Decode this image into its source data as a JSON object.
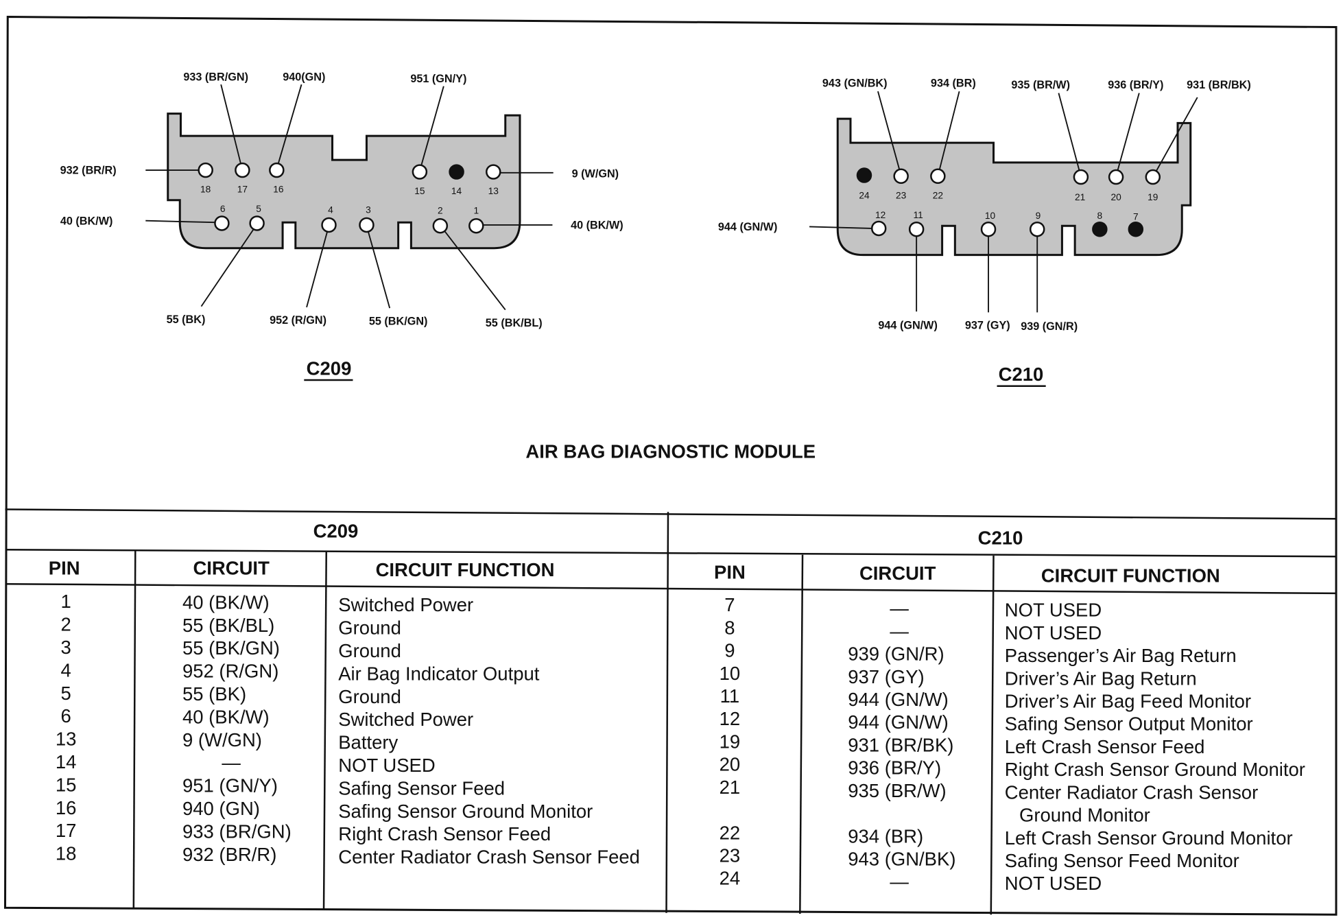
{
  "module_title": "AIR BAG DIAGNOSTIC MODULE",
  "colors": {
    "connector_fill": "#c4c4c4",
    "ink": "#111111",
    "unused_pin_fill": "#111111",
    "open_pin_fill": "#ffffff"
  },
  "connectors": [
    {
      "name": "C209",
      "pins": [
        {
          "number": "18",
          "filled": false,
          "circuit_label": "932 (BR/R)"
        },
        {
          "number": "17",
          "filled": false,
          "circuit_label": "933 (BR/GN)"
        },
        {
          "number": "16",
          "filled": false,
          "circuit_label": "940(GN)"
        },
        {
          "number": "15",
          "filled": false,
          "circuit_label": "951 (GN/Y)"
        },
        {
          "number": "14",
          "filled": true
        },
        {
          "number": "13",
          "filled": false,
          "circuit_label": "9 (W/GN)"
        },
        {
          "number": "6",
          "filled": false,
          "circuit_label": "40 (BK/W)"
        },
        {
          "number": "5",
          "filled": false,
          "circuit_label": "55 (BK)"
        },
        {
          "number": "4",
          "filled": false,
          "circuit_label": "952 (R/GN)"
        },
        {
          "number": "3",
          "filled": false,
          "circuit_label": "55 (BK/GN)"
        },
        {
          "number": "2",
          "filled": false,
          "circuit_label": "55 (BK/BL)"
        },
        {
          "number": "1",
          "filled": false,
          "circuit_label": "40 (BK/W)"
        }
      ]
    },
    {
      "name": "C210",
      "pins": [
        {
          "number": "24",
          "filled": true
        },
        {
          "number": "23",
          "filled": false,
          "circuit_label": "943 (GN/BK)"
        },
        {
          "number": "22",
          "filled": false,
          "circuit_label": "934 (BR)"
        },
        {
          "number": "21",
          "filled": false,
          "circuit_label": "935 (BR/W)"
        },
        {
          "number": "20",
          "filled": false,
          "circuit_label": "936 (BR/Y)"
        },
        {
          "number": "19",
          "filled": false,
          "circuit_label": "931 (BR/BK)"
        },
        {
          "number": "12",
          "filled": false,
          "circuit_label": "944 (GN/W)"
        },
        {
          "number": "11",
          "filled": false,
          "circuit_label": "944 (GN/W)"
        },
        {
          "number": "10",
          "filled": false,
          "circuit_label": "937 (GY)"
        },
        {
          "number": "9",
          "filled": false,
          "circuit_label": "939 (GN/R)"
        },
        {
          "number": "8",
          "filled": true
        },
        {
          "number": "7",
          "filled": true
        }
      ]
    }
  ],
  "tables": [
    {
      "title": "C209",
      "headers": {
        "pin": "PIN",
        "circuit": "CIRCUIT",
        "function": "CIRCUIT FUNCTION"
      },
      "rows": [
        {
          "pin": "1",
          "circuit": "40 (BK/W)",
          "function": "Switched Power"
        },
        {
          "pin": "2",
          "circuit": "55 (BK/BL)",
          "function": "Ground"
        },
        {
          "pin": "3",
          "circuit": "55 (BK/GN)",
          "function": "Ground"
        },
        {
          "pin": "4",
          "circuit": "952 (R/GN)",
          "function": "Air Bag Indicator Output"
        },
        {
          "pin": "5",
          "circuit": "55 (BK)",
          "function": "Ground"
        },
        {
          "pin": "6",
          "circuit": "40 (BK/W)",
          "function": "Switched Power"
        },
        {
          "pin": "13",
          "circuit": "9 (W/GN)",
          "function": "Battery"
        },
        {
          "pin": "14",
          "circuit": "—",
          "function": "NOT USED"
        },
        {
          "pin": "15",
          "circuit": "951 (GN/Y)",
          "function": "Safing Sensor Feed"
        },
        {
          "pin": "16",
          "circuit": "940 (GN)",
          "function": "Safing Sensor Ground Monitor"
        },
        {
          "pin": "17",
          "circuit": "933 (BR/GN)",
          "function": "Right Crash Sensor Feed"
        },
        {
          "pin": "18",
          "circuit": "932 (BR/R)",
          "function": "Center Radiator Crash Sensor Feed"
        }
      ]
    },
    {
      "title": "C210",
      "headers": {
        "pin": "PIN",
        "circuit": "CIRCUIT",
        "function": "CIRCUIT FUNCTION"
      },
      "rows": [
        {
          "pin": "7",
          "circuit": "—",
          "function": "NOT USED"
        },
        {
          "pin": "8",
          "circuit": "—",
          "function": "NOT USED"
        },
        {
          "pin": "9",
          "circuit": "939 (GN/R)",
          "function": "Passenger’s Air Bag Return"
        },
        {
          "pin": "10",
          "circuit": "937 (GY)",
          "function": "Driver’s Air Bag Return"
        },
        {
          "pin": "11",
          "circuit": "944 (GN/W)",
          "function": "Driver’s Air Bag Feed Monitor"
        },
        {
          "pin": "12",
          "circuit": "944 (GN/W)",
          "function": "Safing Sensor Output Monitor"
        },
        {
          "pin": "19",
          "circuit": "931 (BR/BK)",
          "function": "Left Crash Sensor Feed"
        },
        {
          "pin": "20",
          "circuit": "936 (BR/Y)",
          "function": "Right Crash Sensor Ground Monitor"
        },
        {
          "pin": "21",
          "circuit": "935 (BR/W)",
          "function": "Center Radiator Crash Sensor",
          "function_cont": "Ground Monitor"
        },
        {
          "pin": "22",
          "circuit": "934 (BR)",
          "function": "Left Crash Sensor Ground Monitor"
        },
        {
          "pin": "23",
          "circuit": "943 (GN/BK)",
          "function": "Safing Sensor Feed Monitor"
        },
        {
          "pin": "24",
          "circuit": "—",
          "function": "NOT USED"
        }
      ]
    }
  ]
}
